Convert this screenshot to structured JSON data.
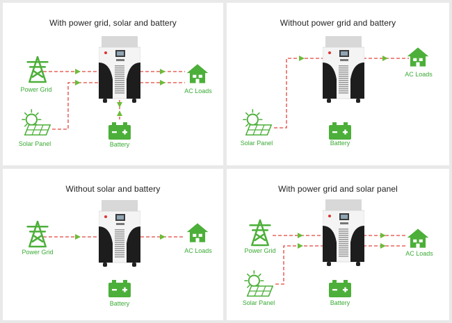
{
  "colors": {
    "green": "#4caf39",
    "label_green": "#3aaa35",
    "red": "#e2443c",
    "arrow": "#6dbb3a"
  },
  "panels": [
    {
      "title": "With power grid, solar and battery",
      "labels": {
        "grid": "Power Grid",
        "solar": "Solar Panel",
        "loads": "AC Loads",
        "battery": "Battery"
      }
    },
    {
      "title": "Without power grid and battery",
      "labels": {
        "solar": "Solar Panel",
        "loads": "AC Loads",
        "battery": "Battery"
      }
    },
    {
      "title": "Without solar and battery",
      "labels": {
        "grid": "Power Grid",
        "loads": "AC Loads",
        "battery": "Battery"
      }
    },
    {
      "title": "With power grid and solar panel",
      "labels": {
        "grid": "Power Grid",
        "solar": "Solar Panel",
        "loads": "AC Loads",
        "battery": "Battery"
      }
    }
  ]
}
